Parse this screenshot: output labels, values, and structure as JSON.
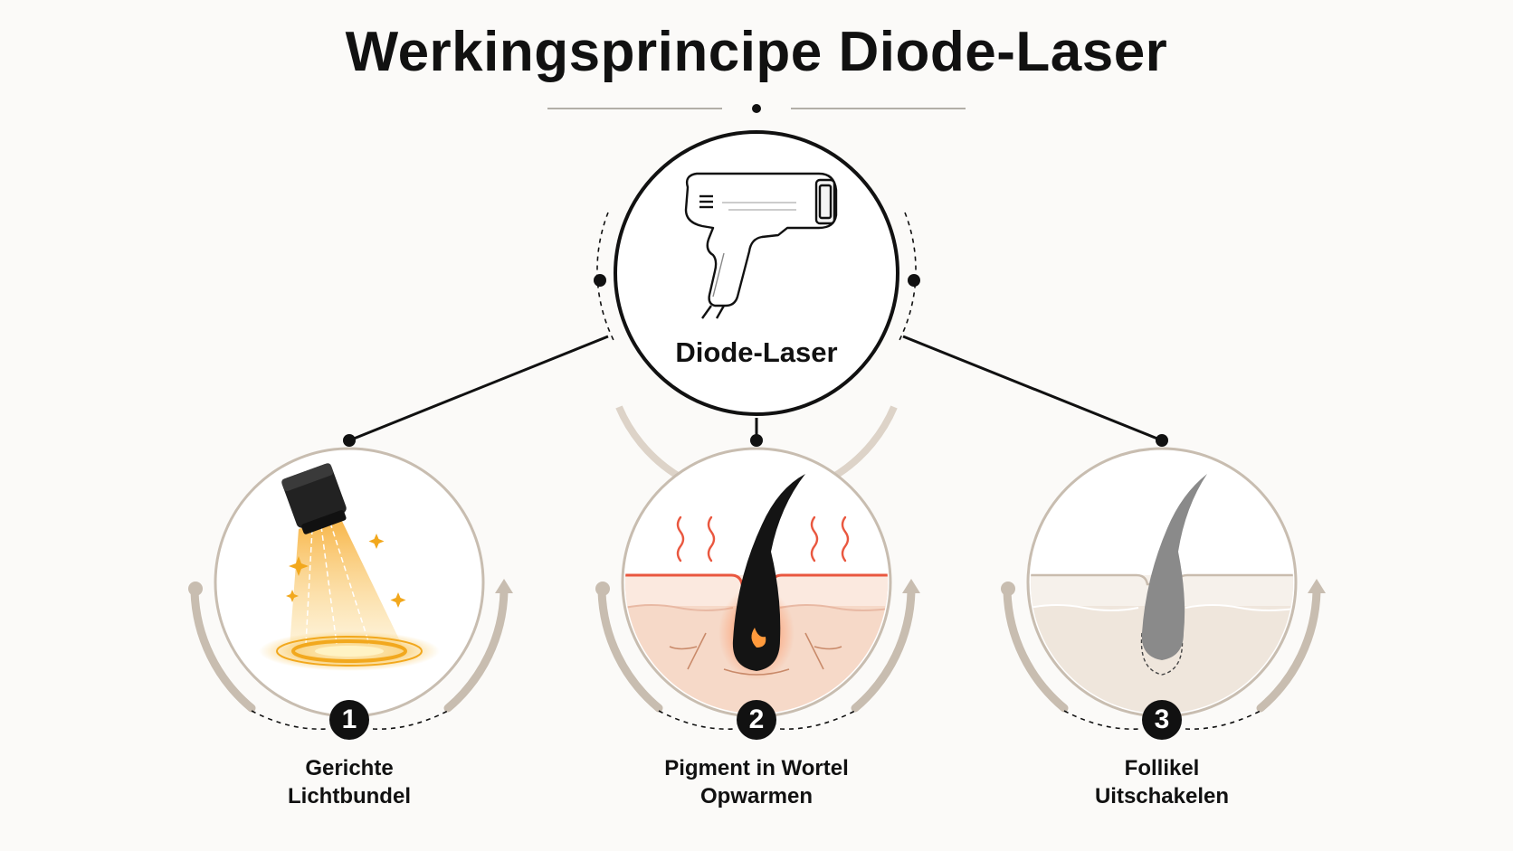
{
  "title": "Werkingsprincipe Diode-Laser",
  "center": {
    "label": "Diode-Laser",
    "icon": "laser-handpiece-icon"
  },
  "steps": [
    {
      "number": "1",
      "line1": "Gerichte",
      "line2": "Lichtbundel",
      "icon": "light-beam-icon"
    },
    {
      "number": "2",
      "line1": "Pigment in Wortel",
      "line2": "Opwarmen",
      "icon": "heated-hair-root-icon"
    },
    {
      "number": "3",
      "line1": "Follikel",
      "line2": "Uitschakelen",
      "icon": "disabled-follicle-icon"
    }
  ],
  "colors": {
    "ink": "#111111",
    "ring": "#c8bdb0",
    "beam": "#f4b23c",
    "heat": "#e9573f",
    "skin_warm": "#f6d9c8",
    "skin_neutral": "#efe6dc"
  }
}
